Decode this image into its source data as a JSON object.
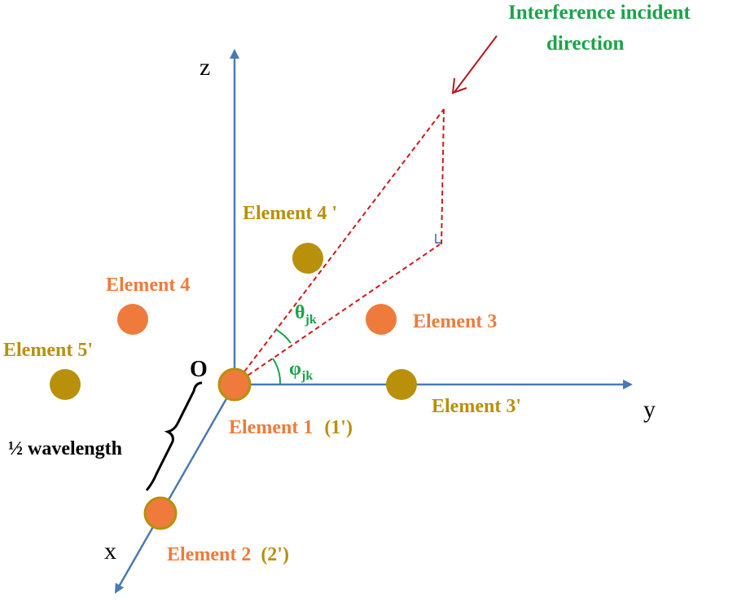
{
  "title": {
    "line1": "Interference incident",
    "line2": "direction"
  },
  "axes": {
    "z": "z",
    "y": "y",
    "x": "x",
    "origin": "O"
  },
  "angles": {
    "theta": "θ",
    "theta_sub": "jk",
    "phi": "φ",
    "phi_sub": "jk"
  },
  "spacing_label": "½ wavelength",
  "elements": {
    "e1": "Element 1",
    "e1_pair": "(1')",
    "e2": "Element 2",
    "e2_pair": "(2')",
    "e3": "Element 3",
    "e3p": "Element 3'",
    "e4": "Element 4",
    "e4p": "Element 4 '",
    "e5p": "Element 5'"
  },
  "colors": {
    "axis": "#4a7ab5",
    "orange": "#ee7b3b",
    "gold": "#b8900a",
    "dashed": "#cc1b1b",
    "green": "#1aa34a",
    "label_orange": "#ee7b3b",
    "label_gold": "#b8900a"
  }
}
